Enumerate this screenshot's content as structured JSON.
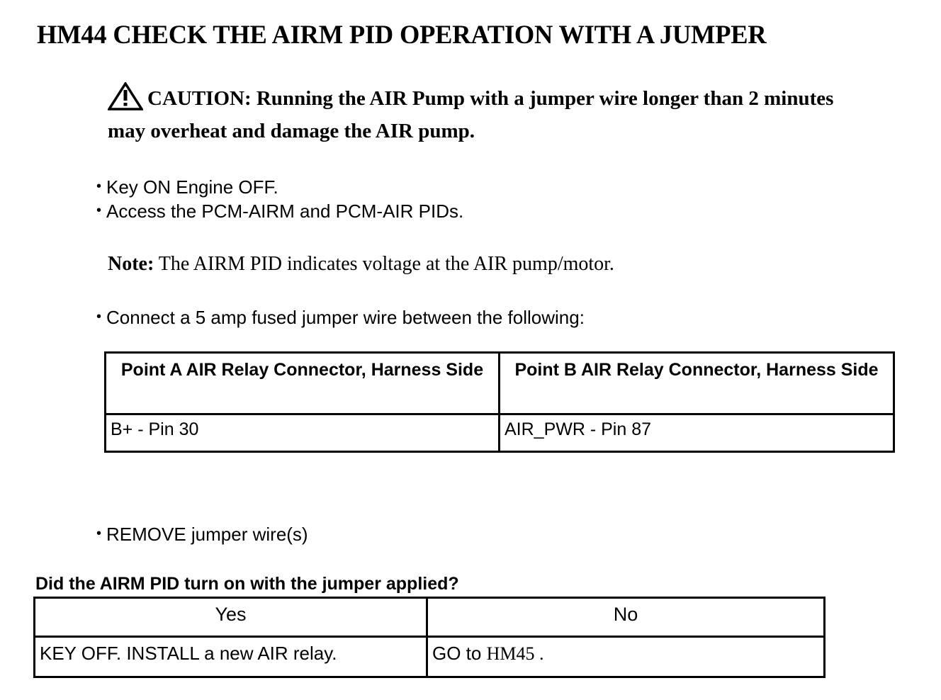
{
  "document": {
    "title": "HM44 CHECK THE AIRM PID OPERATION WITH A JUMPER"
  },
  "caution": {
    "icon": "warning-triangle-icon",
    "text": "CAUTION: Running the AIR Pump with a jumper wire longer than 2 minutes may overheat and damage the AIR pump."
  },
  "steps_before": [
    {
      "bullet": "•",
      "label": "Key ON Engine OFF."
    },
    {
      "bullet": "•",
      "label": "Access the PCM-AIRM and PCM-AIR PIDs."
    }
  ],
  "note": {
    "label": "Note:",
    "text": " The AIRM PID indicates voltage at the AIR pump/motor."
  },
  "connect_step": {
    "bullet": "•",
    "label": "Connect a 5 amp fused jumper wire between the following:"
  },
  "jumper_points_table": {
    "headers": [
      "Point A AIR Relay Connector, Harness Side",
      "Point B AIR Relay Connector, Harness Side"
    ],
    "rows": [
      [
        "B+ - Pin 30",
        "AIR_PWR - Pin 87"
      ]
    ]
  },
  "remove_step": {
    "bullet": "•",
    "label": "REMOVE jumper wire(s)"
  },
  "question": "Did the AIRM PID turn on with the jumper applied?",
  "answer_table": {
    "headers": [
      "Yes",
      "No"
    ],
    "rows": [
      {
        "yes": "KEY OFF. INSTALL a new AIR relay.",
        "no_prefix": "GO to ",
        "no_target": "HM45 ."
      }
    ]
  },
  "colors": {
    "text": "#000000",
    "background": "#ffffff",
    "border": "#000000"
  }
}
